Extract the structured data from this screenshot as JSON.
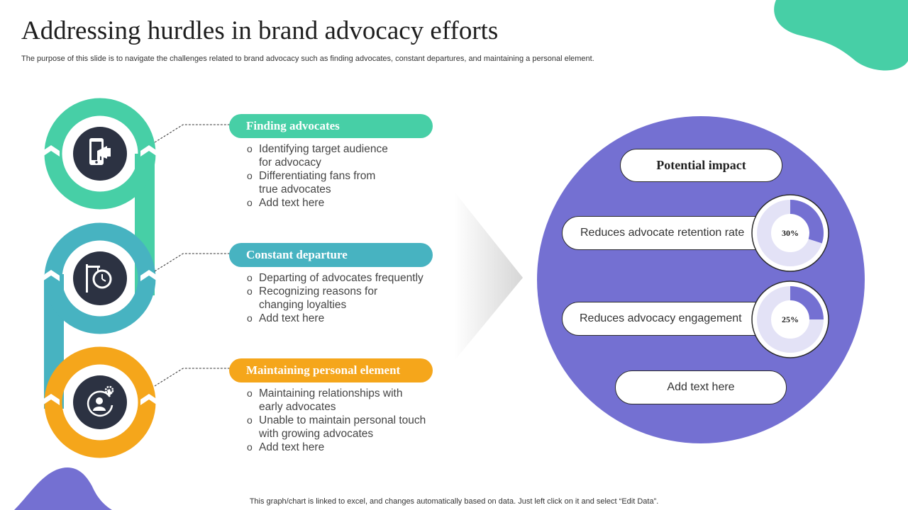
{
  "title": "Addressing hurdles in brand advocacy efforts",
  "subtitle": "The purpose of this slide is to navigate the challenges related to brand advocacy such as finding advocates, constant departures, and maintaining a personal element.",
  "footer": "This graph/chart is linked to excel, and changes automatically based on data. Just left click on it and select “Edit Data”.",
  "colors": {
    "green": "#47CFA6",
    "teal": "#47B3C1",
    "orange": "#F5A61B",
    "purple": "#7470D2",
    "dark": "#2C3242",
    "ring_light": "#E3E2F6"
  },
  "hurdles": [
    {
      "title": "Finding advocates",
      "icon": "mobile-megaphone-icon",
      "color": "#47CFA6",
      "points": [
        "Identifying target audience\nfor advocacy",
        "Differentiating fans from\ntrue advocates",
        "Add text here"
      ]
    },
    {
      "title": "Constant departure",
      "icon": "clock-signpost-icon",
      "color": "#47B3C1",
      "points": [
        "Departing of advocates frequently",
        "Recognizing reasons for\nchanging loyalties",
        "Add text here"
      ]
    },
    {
      "title": "Maintaining personal element",
      "icon": "user-cycle-gear-icon",
      "color": "#F5A61B",
      "points": [
        "Maintaining relationships with\nearly advocates",
        "Unable to maintain personal touch\nwith growing advocates",
        "Add text here"
      ]
    }
  ],
  "impact": {
    "title": "Potential impact",
    "metrics": [
      {
        "label": "Reduces advocate retention rate",
        "value": 30,
        "value_label": "30%"
      },
      {
        "label": "Reduces advocacy engagement",
        "value": 25,
        "value_label": "25%"
      }
    ],
    "extra": "Add text here"
  },
  "chart_data": {
    "type": "pie",
    "categories": [
      "Reduces advocate retention rate",
      "Reduces advocacy engagement"
    ],
    "values": [
      30,
      25
    ],
    "title": "Potential impact"
  }
}
